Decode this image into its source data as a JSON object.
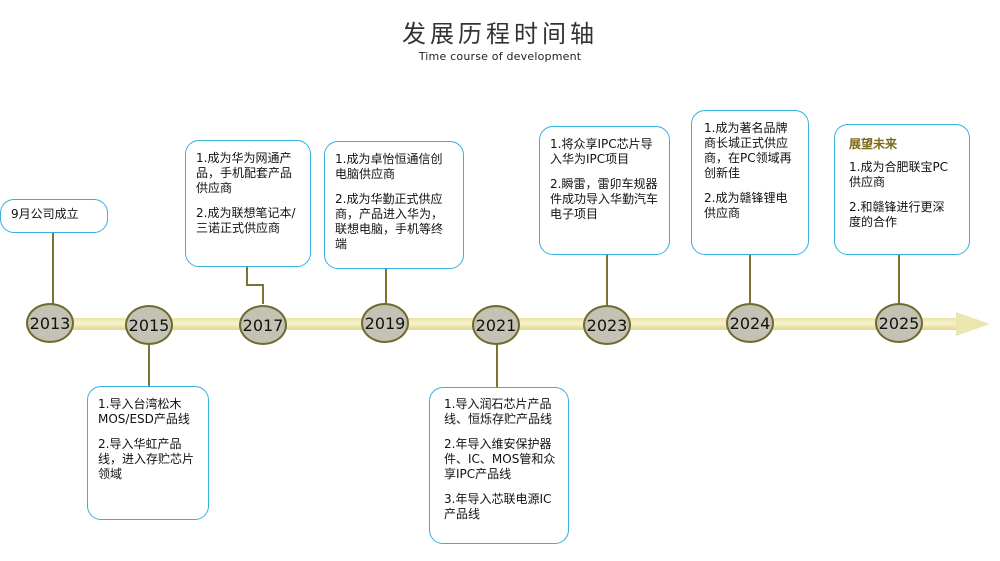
{
  "header": {
    "title": "发展历程时间轴",
    "subtitle": "Time course of development"
  },
  "timeline": {
    "colors": {
      "axis": "#ebe6b0",
      "node_fill": "#c4c2b4",
      "node_border": "#6f6a2e",
      "connector": "#7b7431",
      "box_border": "#36b0dc"
    },
    "years": [
      "2013",
      "2015",
      "2017",
      "2019",
      "2021",
      "2023",
      "2024",
      "2025"
    ],
    "events": {
      "e2013": {
        "lines": [
          "9月公司成立"
        ]
      },
      "e2015": {
        "lines": [
          "1.导入台湾松木MOS/ESD产品线",
          "2.导入华虹产品线，进入存贮芯片领域"
        ]
      },
      "e2017": {
        "lines": [
          "1.成为华为网通产品，手机配套产品供应商",
          "2.成为联想笔记本/三诺正式供应商"
        ]
      },
      "e2019": {
        "lines": [
          "1.成为卓怡恒通信创电脑供应商",
          "2.成为华勤正式供应商，产品进入华为，联想电脑，手机等终端"
        ]
      },
      "e2021": {
        "lines": [
          "1.导入润石芯片产品线、恒烁存贮产品线",
          "2.年导入维安保护器件、IC、MOS管和众享IPC产品线",
          "3.年导入芯联电源IC产品线"
        ]
      },
      "e2023": {
        "lines": [
          "1.将众享IPC芯片导入华为IPC项目",
          "2.瞬雷，雷卯车规器件成功导入华勤汽车电子项目"
        ]
      },
      "e2024": {
        "lines": [
          "1.成为著名品牌商长城正式供应商，在PC领域再创新佳",
          "2.成为赣锋锂电供应商"
        ]
      },
      "e2025": {
        "heading": "展望未来",
        "lines": [
          "1.成为合肥联宝PC供应商",
          "2.和赣锋进行更深度的合作"
        ]
      }
    }
  }
}
